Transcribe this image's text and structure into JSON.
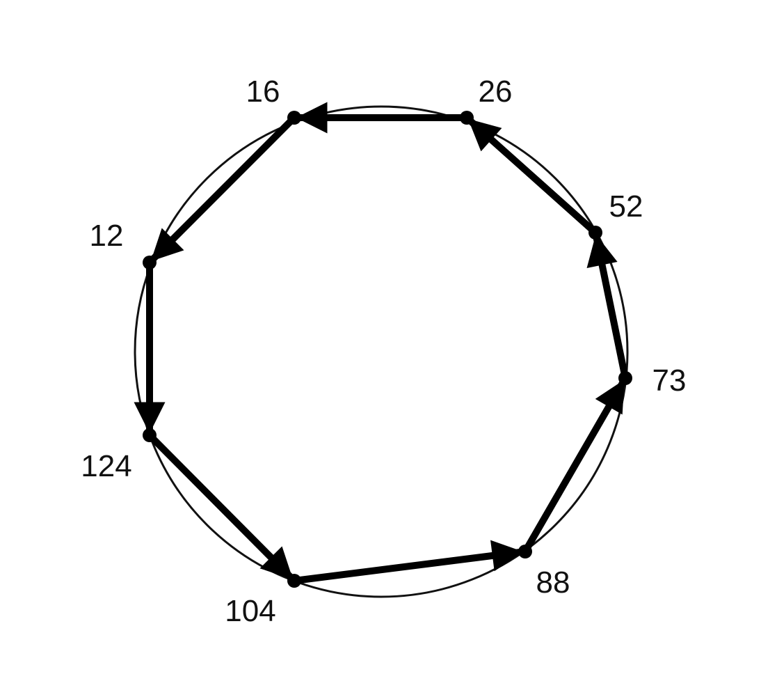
{
  "diagram": {
    "type": "directed-cycle",
    "colors": {
      "background": "#ffffff",
      "edge": "#000000",
      "node": "#000000",
      "circle": "#111111",
      "label": "#111111"
    },
    "nodes": [
      {
        "id": "n16",
        "label": "16"
      },
      {
        "id": "n26",
        "label": "26"
      },
      {
        "id": "n52",
        "label": "52"
      },
      {
        "id": "n73",
        "label": "73"
      },
      {
        "id": "n88",
        "label": "88"
      },
      {
        "id": "n104",
        "label": "104"
      },
      {
        "id": "n124",
        "label": "124"
      },
      {
        "id": "n12",
        "label": "12"
      }
    ],
    "edges": [
      {
        "from": "n26",
        "to": "n16"
      },
      {
        "from": "n16",
        "to": "n12"
      },
      {
        "from": "n12",
        "to": "n124"
      },
      {
        "from": "n124",
        "to": "n104"
      },
      {
        "from": "n104",
        "to": "n88"
      },
      {
        "from": "n88",
        "to": "n73"
      },
      {
        "from": "n73",
        "to": "n52"
      },
      {
        "from": "n52",
        "to": "n26"
      }
    ]
  }
}
